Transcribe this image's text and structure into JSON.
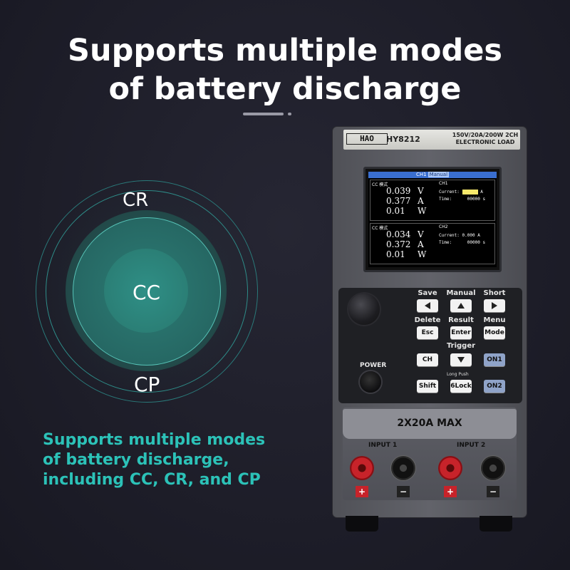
{
  "headline": {
    "line1": "Supports multiple modes",
    "line2": "of battery discharge"
  },
  "modes": {
    "outer": "CR",
    "center": "CC",
    "bottom": "CP"
  },
  "caption": {
    "line1": "Supports multiple modes",
    "line2": "of battery discharge,",
    "line3": "including CC, CR, and CP"
  },
  "device": {
    "logo": "HAO",
    "model": "HY8212",
    "spec_line1": "150V/20A/200W 2CH",
    "spec_line2": "ELECTRONIC LOAD",
    "screen": {
      "header": "CH1",
      "header_mode": "Manual",
      "ch1": {
        "mode": "CC 模式",
        "name": "CH1",
        "voltage": "0.039",
        "voltage_unit": "V",
        "current": "0.377",
        "current_unit": "A",
        "power": "0.01",
        "power_unit": "W",
        "field_current_label": "Current:",
        "field_current_value": "",
        "field_current_unit": "A",
        "field_time_label": "Time:",
        "field_time_value": "00000",
        "field_time_unit": "s"
      },
      "ch2": {
        "mode": "CC 模式",
        "name": "CH2",
        "voltage": "0.034",
        "voltage_unit": "V",
        "current": "0.372",
        "current_unit": "A",
        "power": "0.01",
        "power_unit": "W",
        "field_current_label": "Current:",
        "field_current_value": "0.000",
        "field_current_unit": "A",
        "field_time_label": "Time:",
        "field_time_value": "00000",
        "field_time_unit": "s"
      }
    },
    "keys": {
      "save_label": "Save",
      "manual_label": "Manual",
      "short_label": "Short",
      "delete_label": "Delete",
      "result_label": "Result",
      "menu_label": "Menu",
      "trigger_label": "Trigger",
      "esc": "Esc",
      "enter": "Enter",
      "mode": "Mode",
      "ch": "CH",
      "on1": "ON1",
      "shift": "Shift",
      "lock": "6Lock",
      "on2": "ON2",
      "long_push": "Long Push"
    },
    "power_label": "POWER",
    "max_label": "2X20A MAX",
    "input1": "INPUT 1",
    "input2": "INPUT 2",
    "plus": "+",
    "minus": "−"
  }
}
